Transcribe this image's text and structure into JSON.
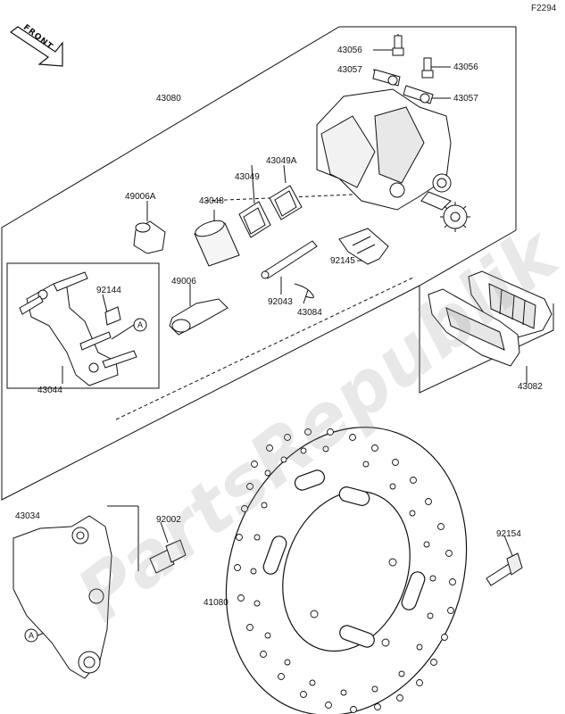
{
  "figure_code": "F2294",
  "front_label": "FRONT",
  "watermark": "PartsRepublik",
  "marker": "A",
  "parts": {
    "p43056a": "43056",
    "p43056b": "43056",
    "p43057a": "43057",
    "p43057b": "43057",
    "p43080": "43080",
    "p43049a": "43049A",
    "p43049": "43049",
    "p43048": "43048",
    "p49006a": "49006A",
    "p92144": "92144",
    "p49006": "49006",
    "p92145": "92145",
    "p92043": "92043",
    "p43084": "43084",
    "p43044": "43044",
    "p43082": "43082",
    "p43034": "43034",
    "p92002": "92002",
    "p92154": "92154",
    "p41080": "41080"
  }
}
